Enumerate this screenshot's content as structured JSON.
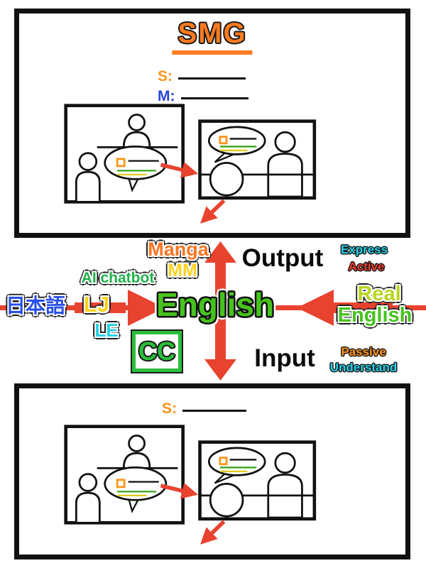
{
  "top_box": {
    "title": "SMG",
    "fields": [
      {
        "label": "S:"
      },
      {
        "label": "M:"
      }
    ]
  },
  "middle": {
    "manga": "Manga",
    "mm": "MM",
    "output": "Output",
    "express": "Express",
    "active": "Active",
    "ai_chatbot": "AI chatbot",
    "japanese": "日本語",
    "lj": "LJ",
    "le": "LE",
    "english": "English",
    "real": "Real",
    "real_english": "English",
    "cc": "CC",
    "input": "Input",
    "passive": "Passive",
    "understand": "Understand"
  },
  "bottom_box": {
    "fields": [
      {
        "label": "S:"
      }
    ]
  },
  "colors": {
    "accent_red": "#e8432f",
    "orange": "#ff7a1f",
    "orange_bright": "#ff9417",
    "yellow": "#ffd21f",
    "green": "#46c31d",
    "green_dark": "#21b14b",
    "cyan": "#25d0e8",
    "blue": "#2850e8",
    "blue_dark": "#2547d0",
    "black": "#111111",
    "highlight_square": "#ff9417",
    "line_green": "#3aa31b",
    "line_yellow": "#e0cc1f"
  }
}
